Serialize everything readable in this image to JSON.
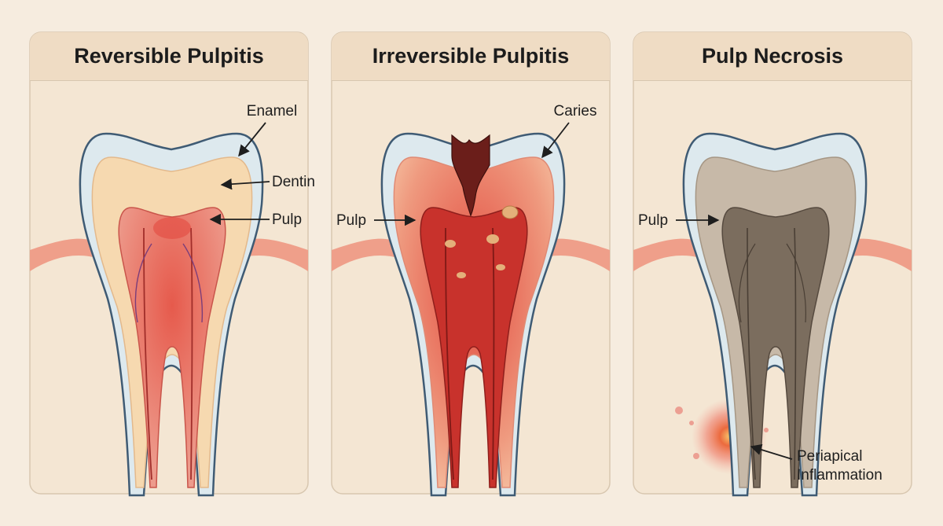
{
  "panels": [
    {
      "title": "Reversible Pulpitis",
      "labels": {
        "enamel": "Enamel",
        "dentin": "Dentin",
        "pulp": "Pulp"
      }
    },
    {
      "title": "Irreversible Pulpitis",
      "labels": {
        "caries": "Caries",
        "pulp": "Pulp"
      }
    },
    {
      "title": "Pulp Necrosis",
      "labels": {
        "pulp": "Pulp",
        "periapical_line1": "Periapical",
        "periapical_line2": "Inflammation"
      }
    }
  ],
  "colors": {
    "background": "#f6ecdf",
    "panel_fill": "#f4e6d3",
    "header_fill": "#efdcc4",
    "gum": "#ef9f8a",
    "enamel": "#dde9ee",
    "tooth_outline": "#3f5b74",
    "dentin_healthy": "#f6d9b0",
    "pulp_healthy": "#e9887a",
    "pulp_inflamed": "#c8322c",
    "caries": "#6b1e1a",
    "dentin_necrotic": "#c7b9a8",
    "pulp_necrotic": "#7b6d5e",
    "periapical_lesion": "#e85a3a"
  }
}
